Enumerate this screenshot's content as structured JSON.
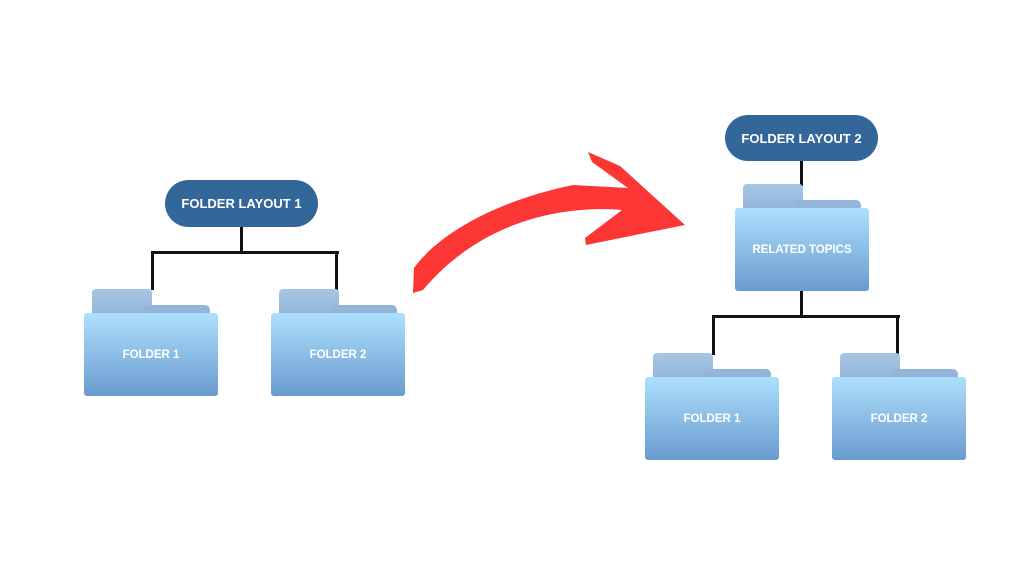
{
  "layout1": {
    "title": "FOLDER LAYOUT 1",
    "folders": [
      "FOLDER 1",
      "FOLDER 2"
    ]
  },
  "layout2": {
    "title": "FOLDER LAYOUT 2",
    "parent": "RELATED TOPICS",
    "folders": [
      "FOLDER 1",
      "FOLDER 2"
    ]
  },
  "colors": {
    "pill": "#336699",
    "arrow": "#fc3535",
    "folder_top": "#ade0fd",
    "folder_bottom": "#6a9bcf"
  }
}
